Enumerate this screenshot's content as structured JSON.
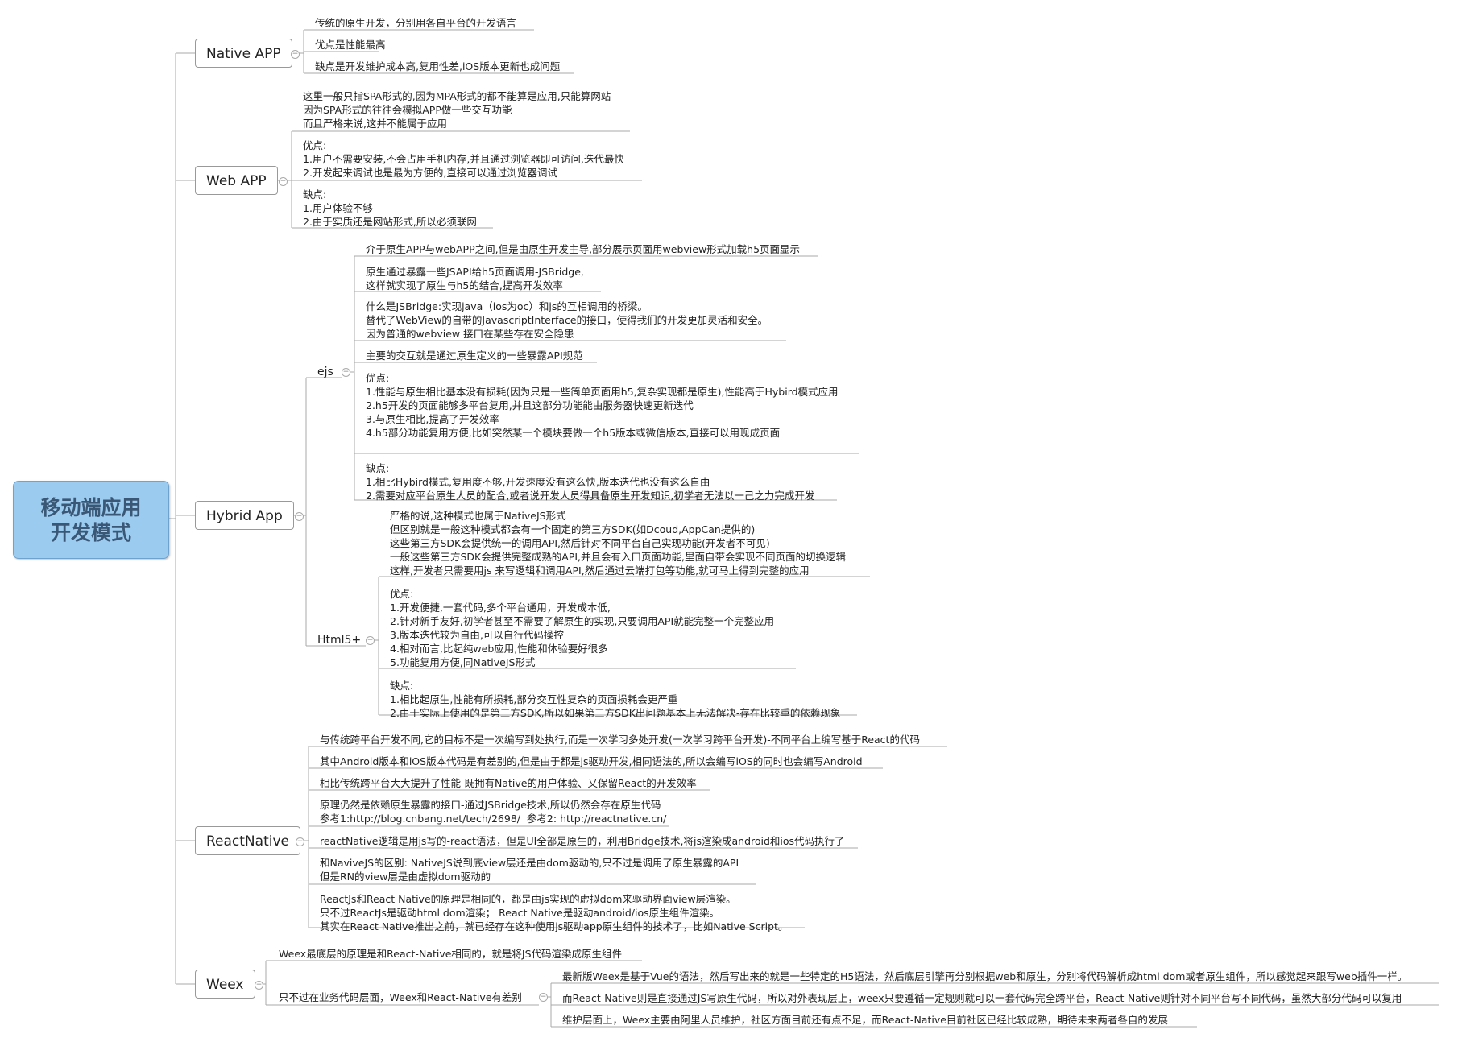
{
  "root": {
    "title": "移动端应用\n开发模式"
  },
  "branches": {
    "native_app": {
      "label": "Native APP",
      "items": [
        "传统的原生开发，分别用各自平台的开发语言",
        "优点是性能最高",
        "缺点是开发维护成本高,复用性差,iOS版本更新也成问题"
      ]
    },
    "web_app": {
      "label": "Web APP",
      "items": [
        "这里一般只指SPA形式的,因为MPA形式的都不能算是应用,只能算网站\n因为SPA形式的往往会模拟APP做一些交互功能\n而且严格来说,这并不能属于应用",
        "优点:\n1.用户不需要安装,不会占用手机内存,并且通过浏览器即可访问,迭代最快\n2.开发起来调试也是最为方便的,直接可以通过浏览器调试",
        "缺点:\n1.用户体验不够\n2.由于实质还是网站形式,所以必须联网"
      ]
    },
    "hybrid_app": {
      "label": "Hybrid App",
      "ejs": {
        "label": "ejs",
        "items": [
          "介于原生APP与webAPP之间,但是由原生开发主导,部分展示页面用webview形式加载h5页面显示",
          "原生通过暴露一些JSAPI给h5页面调用-JSBridge,\n这样就实现了原生与h5的结合,提高开发效率",
          "什么是JSBridge:实现java（ios为oc）和js的互相调用的桥梁。\n替代了WebView的自带的JavascriptInterface的接口，使得我们的开发更加灵活和安全。\n因为普通的webview 接口在某些存在安全隐患",
          "主要的交互就是通过原生定义的一些暴露API规范",
          "优点:\n1.性能与原生相比基本没有损耗(因为只是一些简单页面用h5,复杂实现都是原生),性能高于Hybird模式应用\n2.h5开发的页面能够多平台复用,并且这部分功能能由服务器快速更新迭代\n3.与原生相比,提高了开发效率\n4.h5部分功能复用方便,比如突然某一个模块要做一个h5版本或微信版本,直接可以用现成页面",
          "缺点:\n1.相比Hybird模式,复用度不够,开发速度没有这么快,版本迭代也没有这么自由\n2.需要对应平台原生人员的配合,或者说开发人员得具备原生开发知识,初学者无法以一己之力完成开发"
        ]
      },
      "html5plus": {
        "label": "Html5+",
        "items": [
          "严格的说,这种模式也属于NativeJS形式\n但区别就是一般这种模式都会有一个固定的第三方SDK(如Dcoud,AppCan提供的)\n这些第三方SDK会提供统一的调用API,然后针对不同平台自己实现功能(开发者不可见)\n一般这些第三方SDK会提供完整成熟的API,并且会有入口页面功能,里面自带会实现不同页面的切换逻辑\n这样,开发者只需要用js 来写逻辑和调用API,然后通过云端打包等功能,就可马上得到完整的应用",
          "优点:\n1.开发便捷,一套代码,多个平台通用，开发成本低,\n2.针对新手友好,初学者甚至不需要了解原生的实现,只要调用API就能完整一个完整应用\n3.版本迭代较为自由,可以自行代码操控\n4.相对而言,比起纯web应用,性能和体验要好很多\n5.功能复用方便,同NativeJS形式",
          "缺点:\n1.相比起原生,性能有所损耗,部分交互性复杂的页面损耗会更严重\n2.由于实际上使用的是第三方SDK,所以如果第三方SDK出问题基本上无法解决-存在比较重的依赖现象"
        ]
      }
    },
    "react_native": {
      "label": "ReactNative",
      "items": [
        "与传统跨平台开发不同,它的目标不是一次编写到处执行,而是一次学习多处开发(一次学习跨平台开发)-不同平台上编写基于React的代码",
        "其中Android版本和iOS版本代码是有差别的,但是由于都是js驱动开发,相同语法的,所以会编写iOS的同时也会编写Android",
        "相比传统跨平台大大提升了性能-既拥有Native的用户体验、又保留React的开发效率",
        "原理仍然是依赖原生暴露的接口-通过JSBridge技术,所以仍然会存在原生代码\n参考1:http://blog.cnbang.net/tech/2698/  参考2: http://reactnative.cn/",
        "reactNative逻辑是用js写的-react语法，但是UI全部是原生的，利用Bridge技术,将js渲染成android和ios代码执行了",
        "和NaviveJS的区别: NativeJS说到底view层还是由dom驱动的,只不过是调用了原生暴露的API\n但是RN的view层是由虚拟dom驱动的",
        "ReactJs和React Native的原理是相同的，都是由js实现的虚拟dom来驱动界面view层渲染。\n只不过ReactJs是驱动html dom渲染； React Native是驱动android/ios原生组件渲染。\n其实在React Native推出之前，就已经存在这种使用js驱动app原生组件的技术了，比如Native Script。"
      ]
    },
    "weex": {
      "label": "Weex",
      "item1": "Weex最底层的原理是和React-Native相同的，就是将JS代码渲染成原生组件",
      "item2": {
        "label": "只不过在业务代码层面，Weex和React-Native有差别",
        "items": [
          "最新版Weex是基于Vue的语法，然后写出来的就是一些特定的H5语法，然后底层引擎再分别根据web和原生，分别将代码解析成html dom或者原生组件，所以感觉起来跟写web插件一样。",
          "而React-Native则是直接通过JS写原生代码，所以对外表现层上，weex只要遵循一定规则就可以一套代码完全跨平台，React-Native则针对不同平台写不同代码，虽然大部分代码可以复用",
          "维护层面上，Weex主要由阿里人员维护，社区方面目前还有点不足，而React-Native目前社区已经比较成熟，期待未来两者各自的发展"
        ]
      }
    }
  },
  "colors": {
    "root_fill": "#9ccbf0",
    "line": "#a9a9a9",
    "text": "#222222"
  }
}
